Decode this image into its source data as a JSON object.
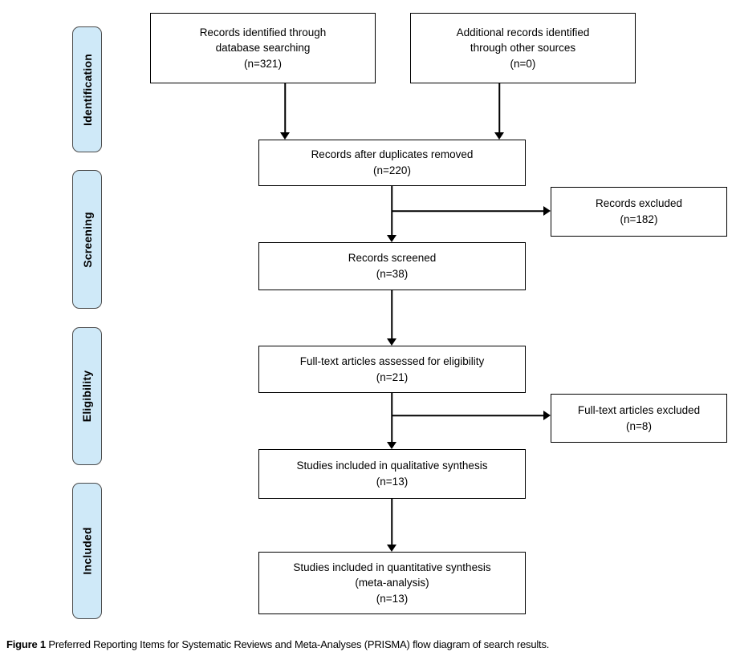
{
  "figure": {
    "caption_label": "Figure 1",
    "caption_text": " Preferred Reporting Items for Systematic Reviews and Meta-Analyses (PRISMA) flow diagram of search results."
  },
  "stages": {
    "identification": "Identification",
    "screening": "Screening",
    "eligibility": "Eligibility",
    "included": "Included"
  },
  "nodes": {
    "records_identified": "Records identified through\ndatabase searching\n(n=321)",
    "additional_records": "Additional records identified\nthrough other sources\n(n=0)",
    "after_duplicates": "Records after duplicates removed\n(n=220)",
    "records_excluded": "Records excluded\n(n=182)",
    "records_screened": "Records screened\n(n=38)",
    "fulltext_assessed": "Full-text articles assessed for eligibility\n(n=21)",
    "fulltext_excluded": "Full-text articles excluded\n(n=8)",
    "qualitative_synthesis": "Studies included in qualitative synthesis\n(n=13)",
    "quantitative_synthesis": "Studies included in quantitative synthesis\n(meta-analysis)\n(n=13)"
  },
  "counts": {
    "identified_database": 321,
    "identified_other": 0,
    "after_duplicates": 220,
    "excluded": 182,
    "screened": 38,
    "fulltext_assessed": 21,
    "fulltext_excluded": 8,
    "qualitative": 13,
    "quantitative": 13
  },
  "colors": {
    "stage_fill": "#cfe9f8",
    "stage_border": "#4a4a4a",
    "box_border": "#000000",
    "arrow": "#000000"
  }
}
